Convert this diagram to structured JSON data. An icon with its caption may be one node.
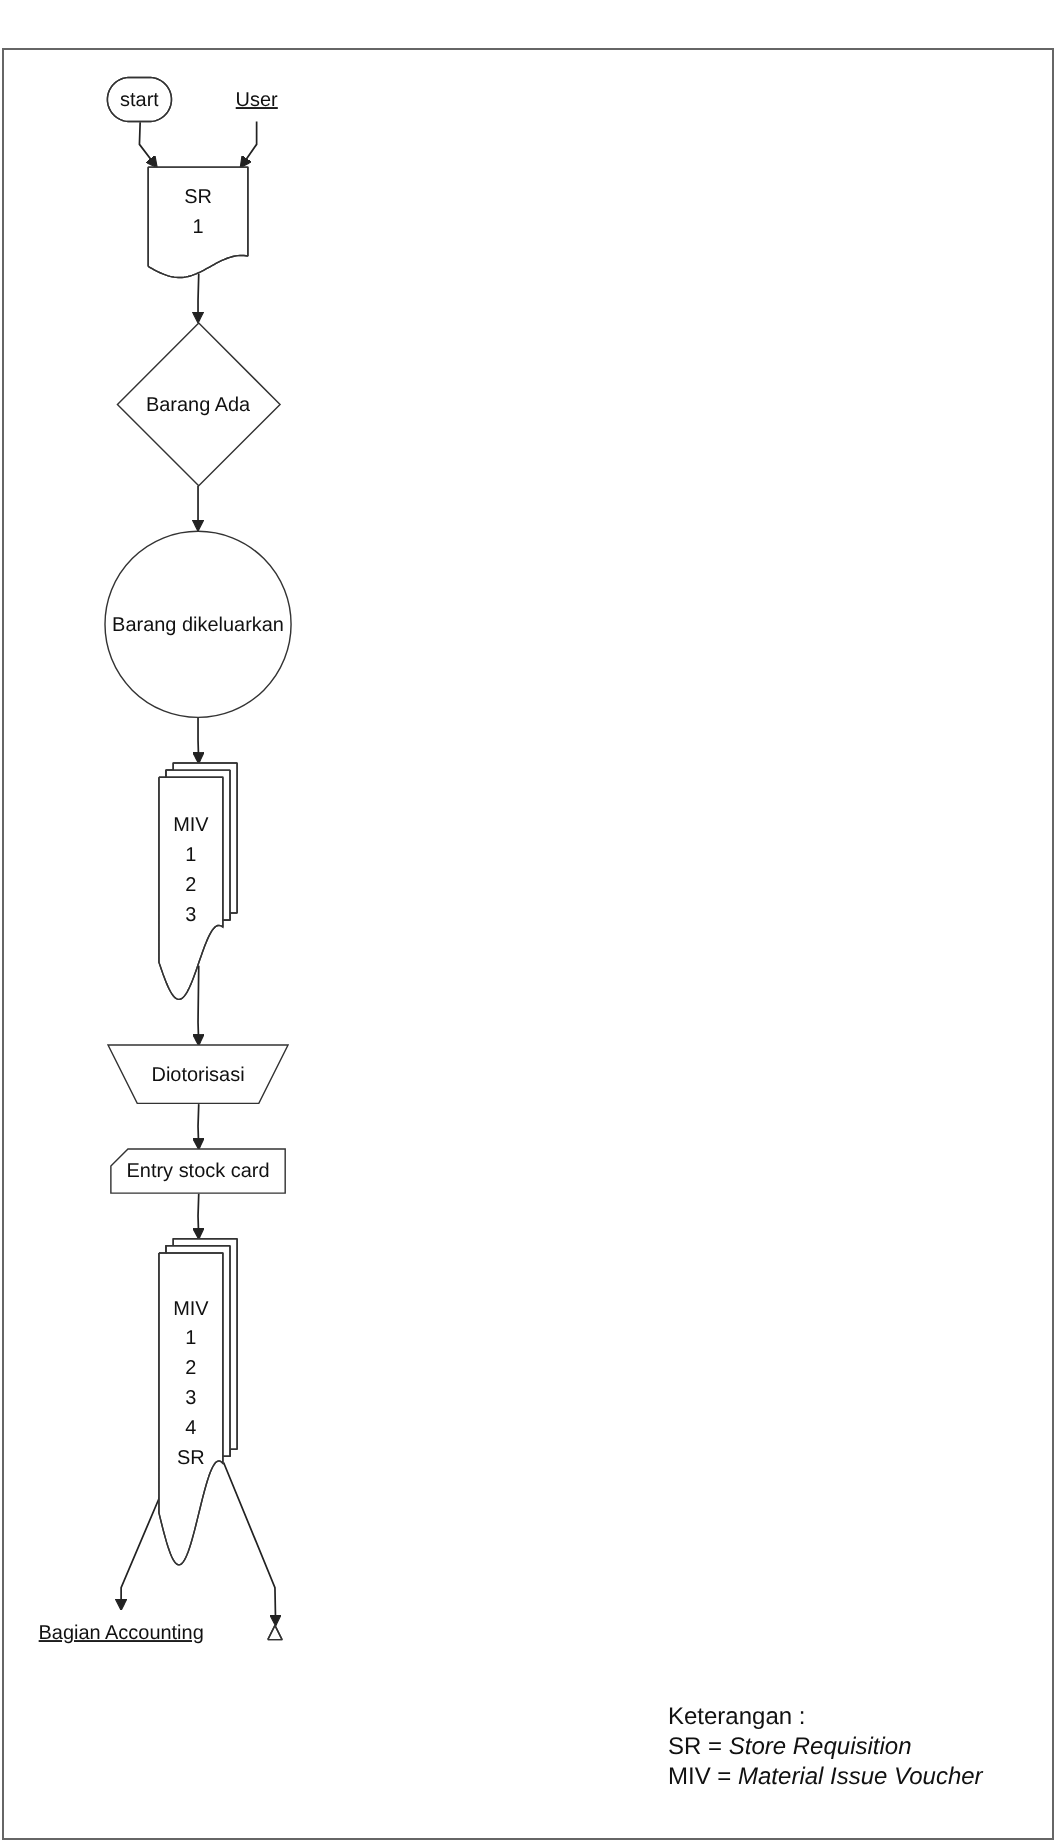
{
  "diagram": {
    "nodes": [
      {
        "text": [
          "start"
        ]
      },
      {
        "text": [
          "SR",
          "1"
        ]
      },
      {
        "text": [
          "User"
        ]
      },
      {
        "text": [
          "Barang Ada"
        ]
      },
      {
        "text": [
          "Barang dikeluarkan"
        ]
      },
      {
        "text": [
          "MIV",
          "1",
          "2",
          "3"
        ]
      },
      {
        "text": [
          "Diotorisasi"
        ]
      },
      {
        "text": [
          "Entry stock card"
        ]
      },
      {
        "text": [
          "MIV",
          "1",
          "2",
          "3",
          "4",
          "SR"
        ]
      },
      {
        "text": [
          "Bagian Accounting"
        ]
      },
      {
        "text": [],
        "shape": "triangle"
      }
    ],
    "edges": [
      {
        "from": 0,
        "to": 1,
        "arrow": "to"
      },
      {
        "from": 2,
        "to": 1,
        "arrow": "to"
      },
      {
        "from": 1,
        "to": 3,
        "arrow": "to"
      },
      {
        "from": 3,
        "to": 4,
        "arrow": "to"
      },
      {
        "from": 4,
        "to": 5,
        "arrow": "to"
      },
      {
        "from": 5,
        "to": 6,
        "arrow": "to"
      },
      {
        "from": 6,
        "to": 7,
        "arrow": "to"
      },
      {
        "from": 7,
        "to": 8,
        "arrow": "to"
      },
      {
        "from": 8,
        "to": 9,
        "arrow": "to"
      },
      {
        "from": 8,
        "to": 10,
        "arrow": "to"
      }
    ],
    "labels": [
      "Keterangan :",
      "SR = *Store Requisition*",
      "MIV = *Material Issue Voucher*"
    ]
  }
}
